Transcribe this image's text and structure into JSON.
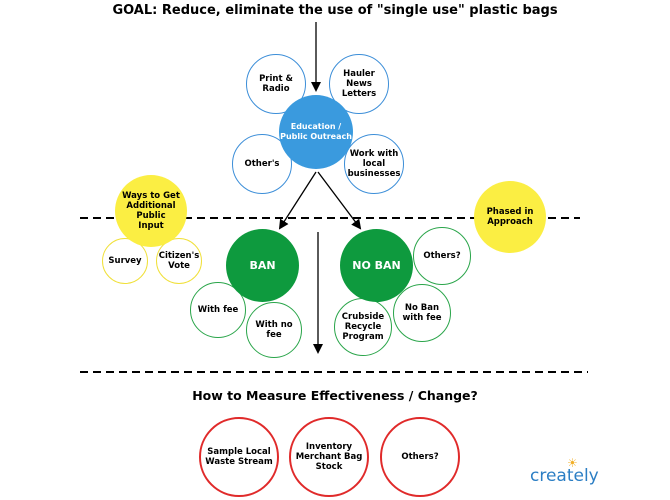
{
  "title": "GOAL: Reduce, eliminate the use of \"single use\" plastic bags",
  "measure_title": "How to Measure Effectiveness / Change?",
  "nodes": {
    "print_radio": "Print &\nRadio",
    "hauler": "Hauler\nNews\nLetters",
    "education": "Education /\nPublic Outreach",
    "others_blue": "Other's",
    "local_biz": "Work with\nlocal\nbusinesses",
    "ways": "Ways to Get\nAdditional Public\nInput",
    "survey": "Survey",
    "citizens_vote": "Citizen's\nVote",
    "phased": "Phased in\nApproach",
    "ban": "BAN",
    "no_ban": "NO BAN",
    "others_green": "Others?",
    "with_fee": "With fee",
    "with_no_fee": "With no fee",
    "curbside": "Crubside\nRecycle\nProgram",
    "no_ban_fee": "No Ban\nwith fee",
    "waste_stream": "Sample Local\nWaste Stream",
    "inventory": "Inventory\nMerchant Bag\nStock",
    "others_red": "Others?"
  },
  "logo_text": "creately",
  "colors": {
    "blue": "#3a9ade",
    "yellow": "#fbee43",
    "green": "#0e9a3e",
    "red": "#e02a2a"
  }
}
